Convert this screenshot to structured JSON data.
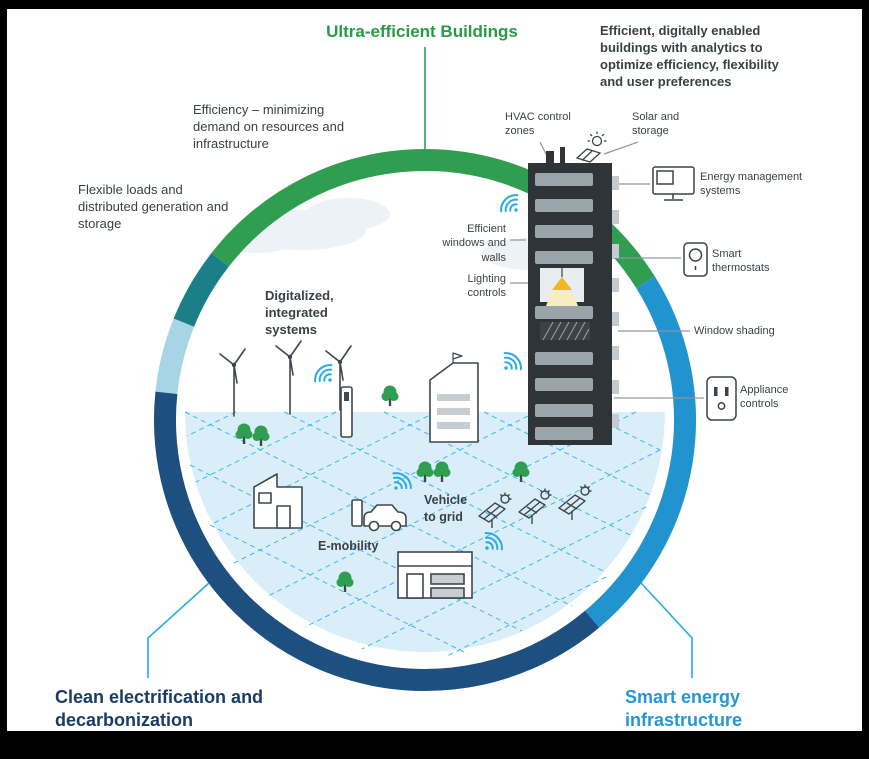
{
  "title": "Ultra-efficient Buildings",
  "colors": {
    "title_green": "#279b48",
    "accent_cyan": "#29abe2",
    "navy": "#193c66",
    "smart_blue": "#2596d6",
    "text": "#3a4145",
    "ground": "#daeefa"
  },
  "ring_segments": [
    {
      "name": "light-blue",
      "color": "#a8d4e8"
    },
    {
      "name": "teal",
      "color": "#1a7f86"
    },
    {
      "name": "green",
      "color": "#2f9e50"
    },
    {
      "name": "mid-blue",
      "color": "#2193cf"
    },
    {
      "name": "dark-blue",
      "color": "#1d4f7f"
    }
  ],
  "descriptions": {
    "top_right": "Efficient, digitally enabled buildings with analytics to optimize efficiency, flexibility and user preferences",
    "efficiency": "Efficiency – minimizing demand on resources and infrastructure",
    "flexible_loads": "Flexible loads and distributed generation and storage",
    "digitalized": "Digitalized, integrated systems"
  },
  "scene_labels": {
    "vehicle_to_grid": "Vehicle to grid",
    "e_mobility": "E-mobility"
  },
  "corner_labels": {
    "clean_electrification": "Clean electrification and decarbonization",
    "smart_energy": "Smart energy infrastructure"
  },
  "building_callouts": [
    {
      "label": "HVAC control zones"
    },
    {
      "label": "Solar and storage"
    },
    {
      "label": "Energy management systems"
    },
    {
      "label": "Smart thermostats"
    },
    {
      "label": "Efficient windows and walls"
    },
    {
      "label": "Lighting controls"
    },
    {
      "label": "Window shading"
    },
    {
      "label": "Appliance controls"
    }
  ],
  "icons": [
    "wifi-icon",
    "wind-turbine-icon",
    "tree-icon",
    "house-icon",
    "office-building-icon",
    "store-icon",
    "ev-charger-icon",
    "car-icon",
    "solar-tracker-icon",
    "smart-building-icon",
    "monitor-icon",
    "thermostat-icon",
    "power-outlet-icon",
    "ceiling-lamp-icon",
    "solar-panel-sun-icon",
    "cloud-icon"
  ]
}
